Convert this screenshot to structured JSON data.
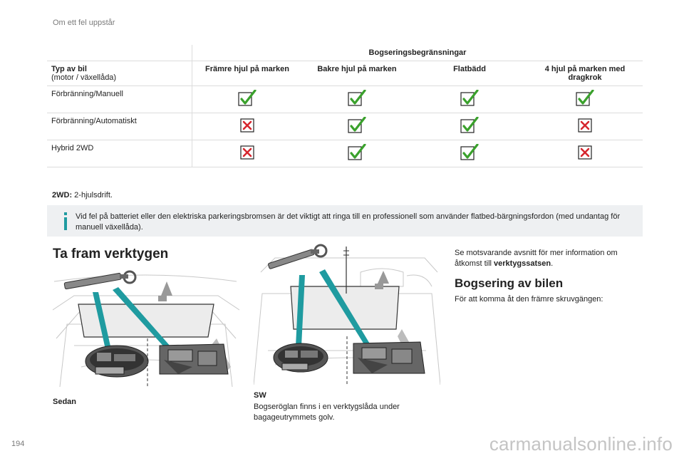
{
  "header": {
    "section": "Om ett fel uppstår"
  },
  "page_number": "194",
  "watermark": "carmanualsonline.info",
  "table": {
    "group_header": "Bogseringsbegränsningar",
    "col0_title": "Typ av bil",
    "col0_sub": "(motor / växellåda)",
    "columns": [
      "Främre hjul på marken",
      "Bakre hjul på marken",
      "Flatbädd",
      "4 hjul på marken med dragkrok"
    ],
    "rows": [
      {
        "label": "Förbränning/Manuell",
        "cells": [
          "check",
          "check",
          "check",
          "check"
        ]
      },
      {
        "label": "Förbränning/Automatiskt",
        "cells": [
          "cross",
          "check",
          "check",
          "cross"
        ]
      },
      {
        "label": "Hybrid 2WD",
        "cells": [
          "cross",
          "check",
          "check",
          "cross"
        ]
      }
    ]
  },
  "note_2wd": {
    "term": "2WD:",
    "text": " 2-hjulsdrift."
  },
  "info_box": {
    "text": "Vid fel på batteriet eller den elektriska parkeringsbromsen är det viktigt att ringa till en professionell som använder flatbed-bärgningsfordon (med undantag för manuell växellåda)."
  },
  "section1": {
    "title": "Ta fram verktygen"
  },
  "captions": {
    "sedan": "Sedan",
    "sw_title": "SW",
    "sw_text": "Bogseröglan finns i en verktygslåda under bagageutrymmets golv."
  },
  "right": {
    "text_a": "Se motsvarande avsnitt för mer information om åtkomst till ",
    "text_b": "verktygssatsen",
    "text_c": ".",
    "title": "Bogsering av bilen",
    "text2": "För att komma åt den främre skruvgängen:"
  },
  "colors": {
    "check": "#3aa12c",
    "cross": "#d6262e",
    "accent": "#1f9ba0",
    "info_bg": "#eef0f2"
  }
}
